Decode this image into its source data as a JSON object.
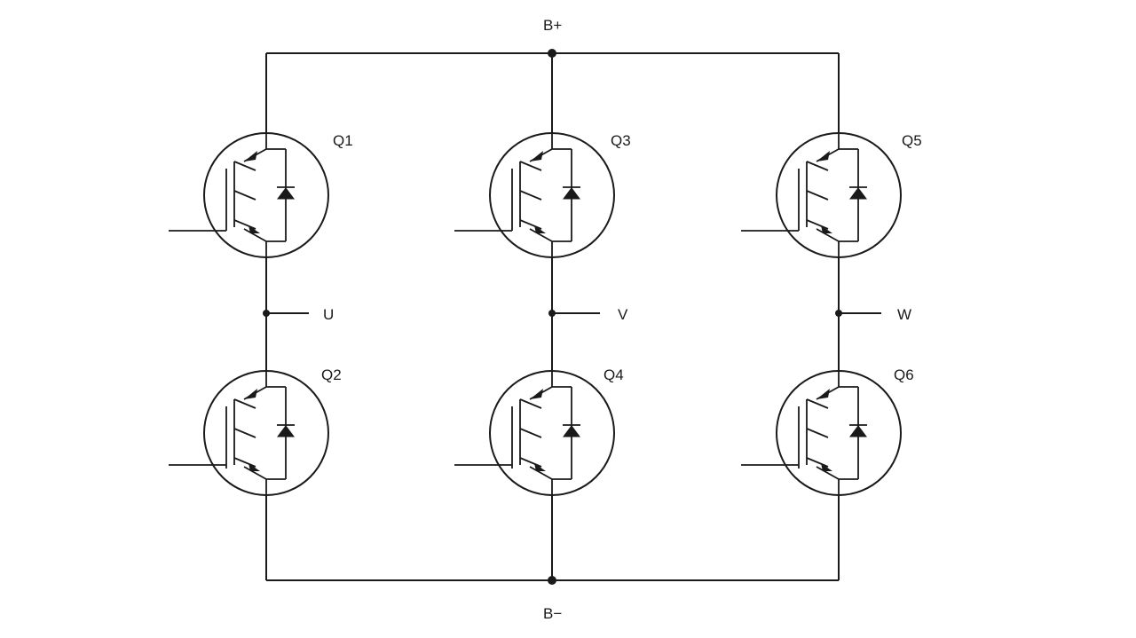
{
  "rails": {
    "positive": "B+",
    "negative": "B−"
  },
  "phases": [
    "U",
    "V",
    "W"
  ],
  "transistors": {
    "upper": [
      "Q1",
      "Q3",
      "Q5"
    ],
    "lower": [
      "Q2",
      "Q4",
      "Q6"
    ]
  }
}
